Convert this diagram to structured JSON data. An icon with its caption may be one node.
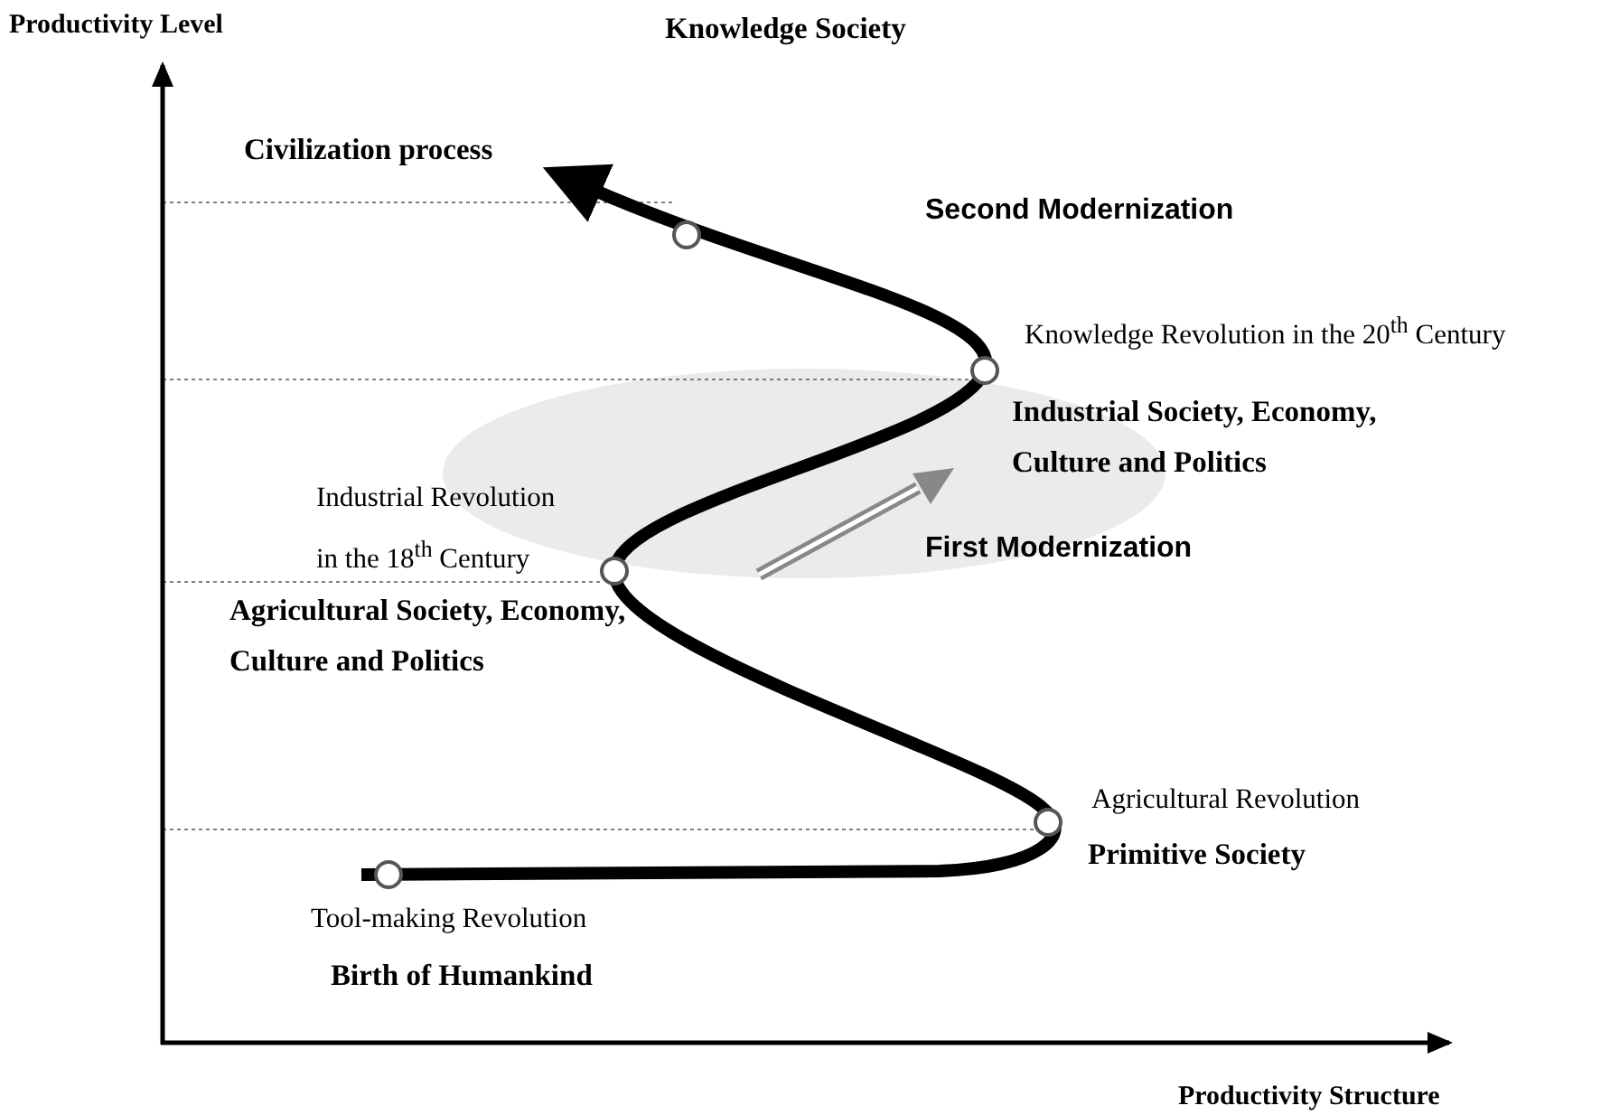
{
  "diagram": {
    "labels": [
      "Productivity Level",
      "Knowledge Society",
      "Civilization process",
      "Second Modernization",
      "Knowledge Revolution in the 20$^{th}$ Century",
      "Industrial Society, Economy, Culture and Politics",
      "Industrial Revolution in the 18$^{th}$ Century",
      "First Modernization",
      "Agricultural Society, Economy, Culture and Politics",
      "Agricultural Revolution",
      "Primitive Society",
      "Tool-making Revolution",
      "Birth of Humankind",
      "Productivity Structure"
    ]
  }
}
